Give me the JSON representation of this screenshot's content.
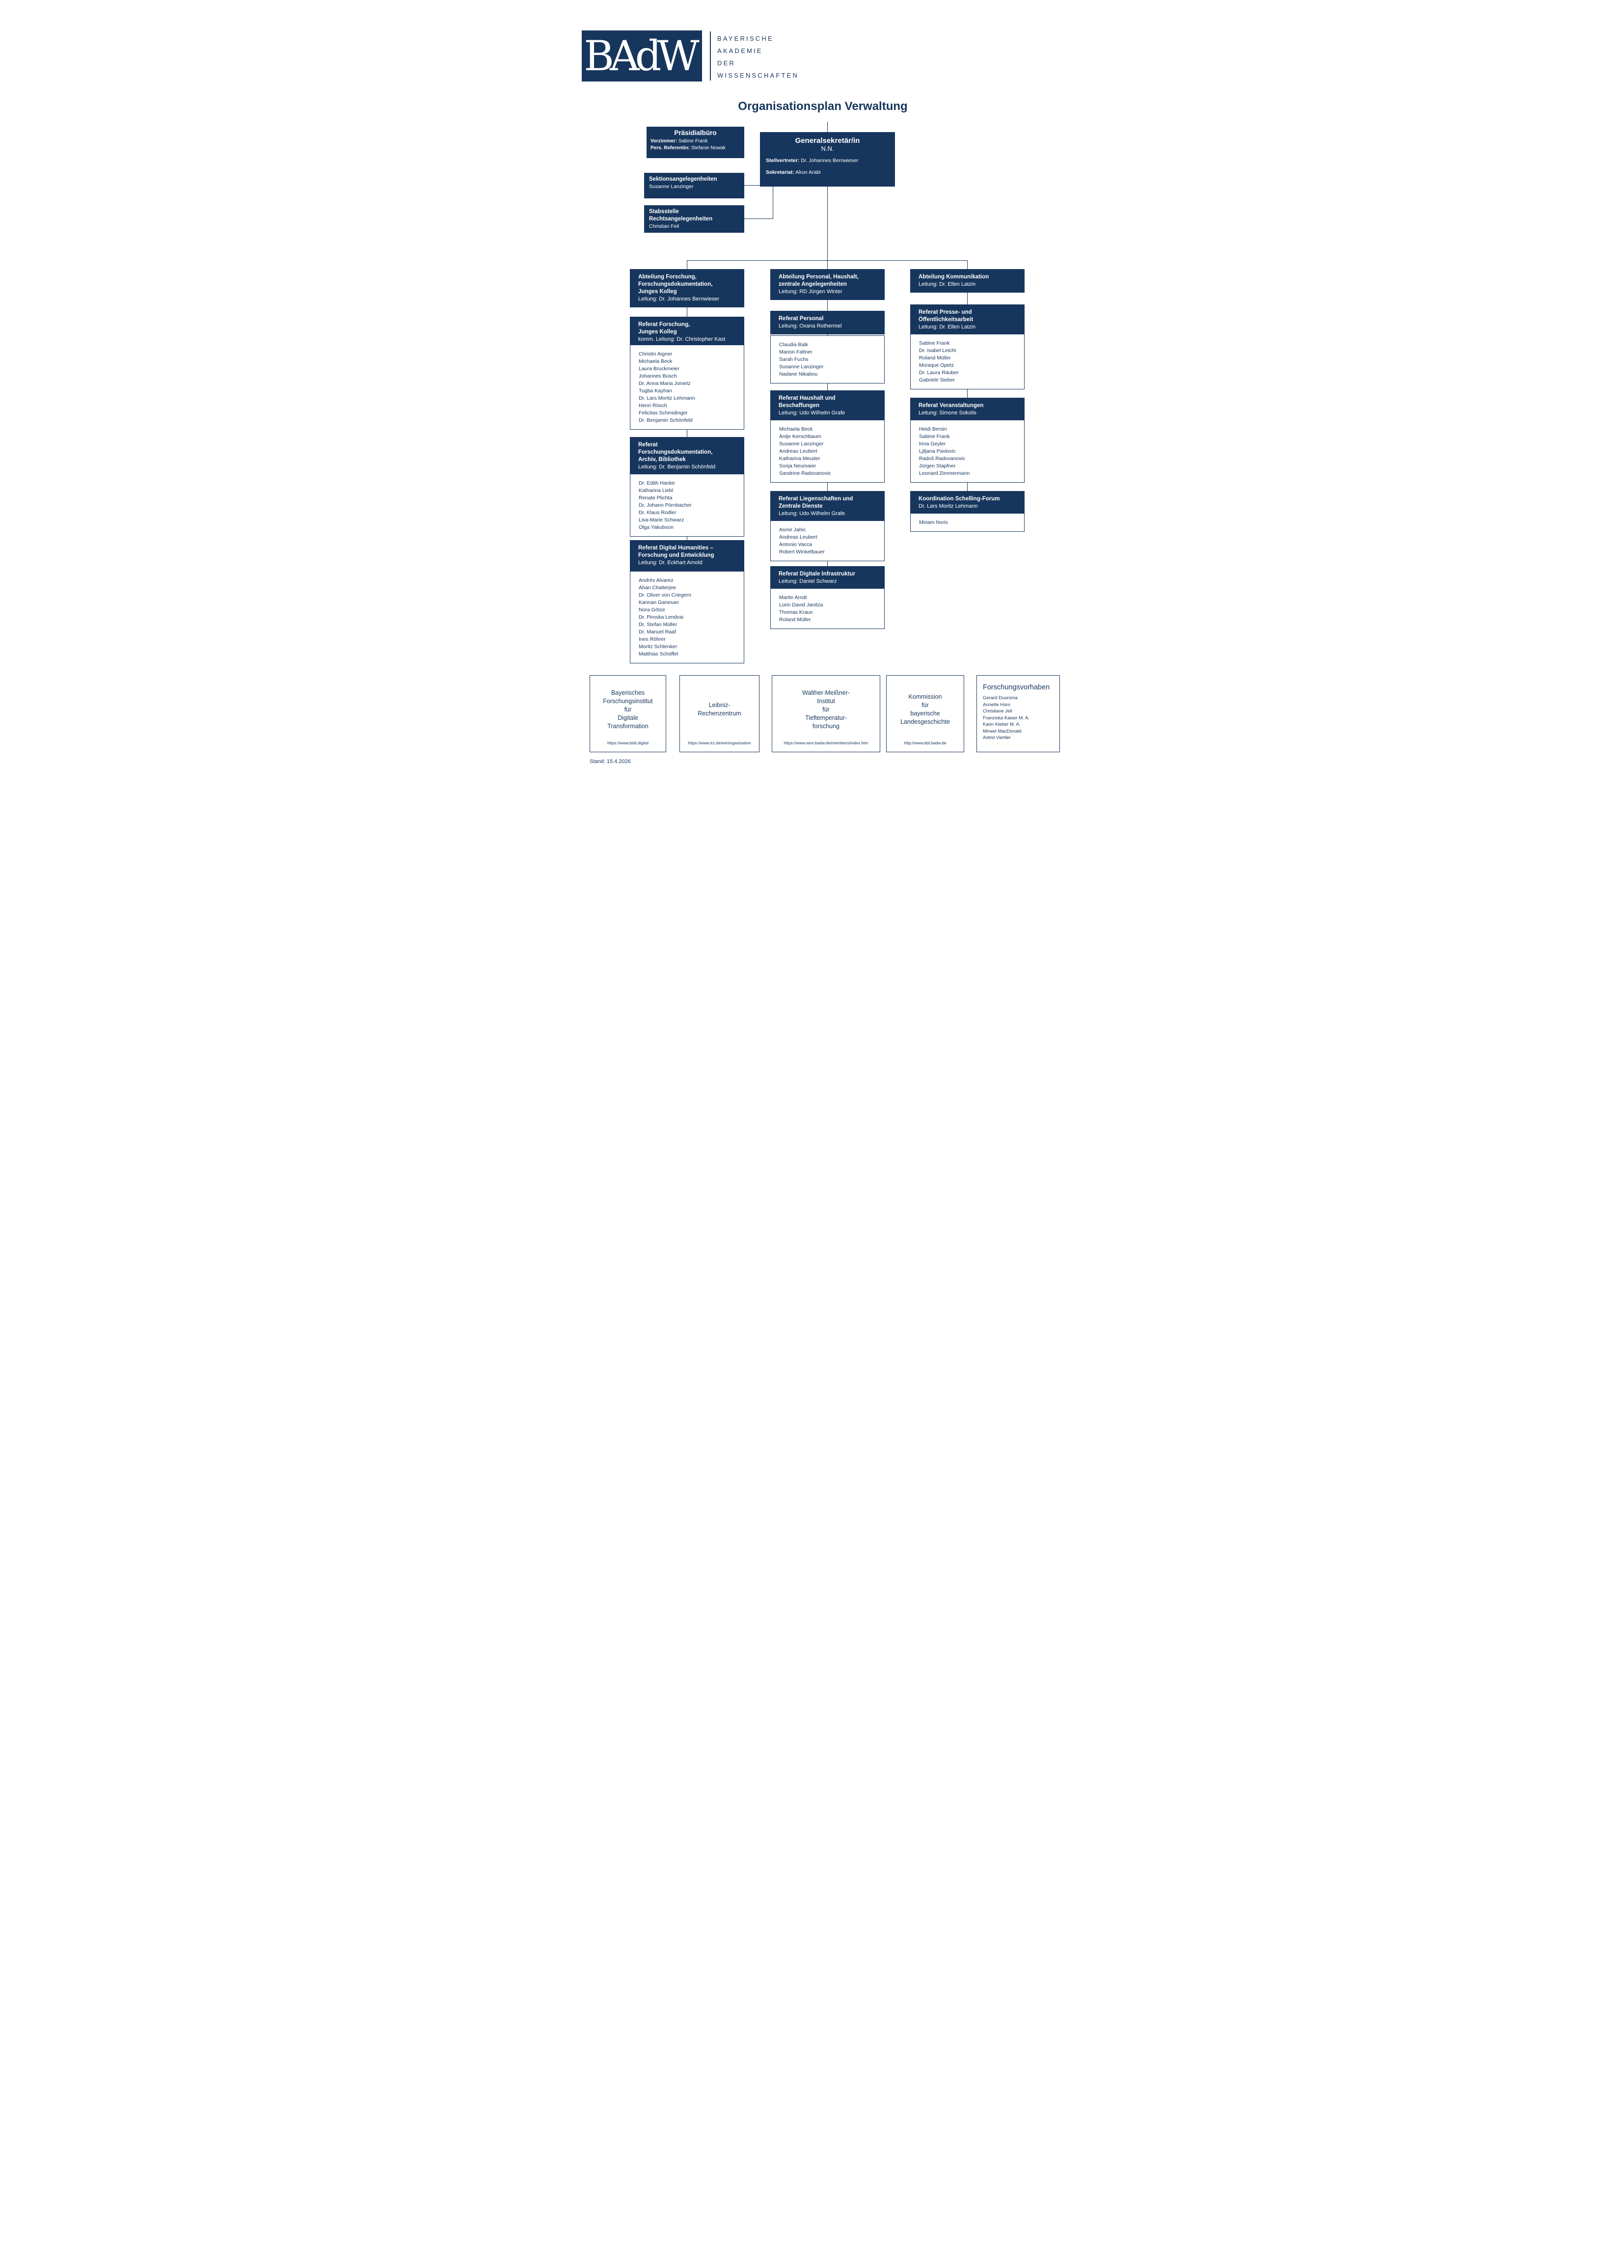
{
  "colors": {
    "navy": "#17365d",
    "background": "#ffffff",
    "box_text": "#ffffff"
  },
  "logo": {
    "acronym": "BAdW",
    "org_lines": [
      "BAYERISCHE",
      "AKADEMIE",
      "DER",
      "WISSENSCHAFTEN"
    ]
  },
  "title": "Organisationsplan Verwaltung",
  "top": {
    "praesidialbuero": {
      "title": "Präsidialbüro",
      "rows": [
        {
          "label": "Vorzimmer:",
          "value": "Sabine Frank"
        },
        {
          "label": "Pers. Referentin:",
          "value": "Stefanie Nowak"
        }
      ]
    },
    "generalsekretaer": {
      "title": "Generalsekretär/in",
      "subtitle": "N.N.",
      "rows": [
        {
          "label": "Stellvertreter:",
          "value": "Dr. Johannes Bernwieser"
        },
        {
          "label": "Sekretariat:",
          "value": "Alrun Arabi"
        }
      ]
    },
    "sektionsangelegenheiten": {
      "title_lines": [
        "Sektionsangelegenheiten"
      ],
      "person": "Susanne Lanzinger"
    },
    "stabsstelle": {
      "title_lines": [
        "Stabsstelle",
        "Rechtsangelegenheiten"
      ],
      "person": "Christian Feil"
    }
  },
  "columns": [
    {
      "header": {
        "title_lines": [
          "Abteilung Forschung,",
          "Forschungsdokumentation,",
          "Junges Kolleg"
        ],
        "leitung": "Leitung: Dr. Johannes Bernwieser"
      },
      "units": [
        {
          "title_lines": [
            "Referat Forschung,",
            "Junges Kolleg"
          ],
          "leitung": "komm. Leitung: Dr. Christopher Kast",
          "members": [
            "Christin Aigner",
            "Michaela Beck",
            "Laura Bruckmeier",
            "Johannes Busch",
            "Dr. Anna Maria Jonietz",
            "Tugba Kayhan",
            "Dr. Lars Moritz Lehmann",
            "Henri Rösch",
            "Felicitas Schmidinger",
            "Dr. Benjamin Schönfeld"
          ]
        },
        {
          "title_lines": [
            "Referat",
            "Forschungsdokumentation,",
            "Archiv, Bibliothek"
          ],
          "leitung": "Leitung: Dr. Benjamin Schönfeld",
          "members": [
            "Dr. Edith Hanke",
            "Katharina Liebl",
            "Renate Plichta",
            "Dr. Johann Pörnbacher",
            "Dr. Klaus Rodler",
            "Lisa-Marie Schwarz",
            "Olga Yakubson"
          ]
        },
        {
          "title_lines": [
            "Referat Digital Humanities –",
            "Forschung und Entwicklung"
          ],
          "leitung": "Leitung: Dr. Eckhart Arnold",
          "members": [
            "Andrés Alvarez",
            "Ahan Chatterjee",
            "Dr. Oliver von Criegern",
            "Kannan Ganesan",
            "Nora Götze",
            "Dr. Piroska Lendvai",
            "Dr. Stefan Müller",
            "Dr. Manuel Raaf",
            "Ines Röhrer",
            "Moritz Schlenker",
            "Matthias Schöffel"
          ]
        }
      ]
    },
    {
      "header": {
        "title_lines": [
          "Abteilung Personal, Haushalt,",
          "zentrale Angelegenheiten"
        ],
        "leitung": "Leitung: RD Jürgen Winter"
      },
      "units": [
        {
          "title_lines": [
            "Referat Personal"
          ],
          "leitung": "Leitung: Oxana Rothermel",
          "members": [
            "Claudia Balk",
            "Marion Faltner",
            "Sarah Fuchs",
            "Susanne Lanzinger",
            "Nadane Nikabou"
          ]
        },
        {
          "title_lines": [
            "Referat Haushalt und",
            "Beschaffungen"
          ],
          "leitung": "Leitung: Udo Wilhelm Grafe",
          "members": [
            "Michaela Beck",
            "Antje Kerschbaum",
            "Susanne Lanzinger",
            "Andreas Leubert",
            "Katharina Meuder",
            "Sonja Neumaier",
            "Sandrine Radovanovic"
          ]
        },
        {
          "title_lines": [
            "Referat Liegenschaften und",
            "Zentrale Dienste"
          ],
          "leitung": "Leitung: Udo Wilhelm Grafe",
          "members": [
            "Asmir Jahic",
            "Andreas Leubert",
            "Antonio Vacca",
            "Robert Winkelbauer"
          ]
        },
        {
          "title_lines": [
            "Referat Digitale Infrastruktur"
          ],
          "leitung": "Leitung: Daniel Schwarz",
          "members": [
            "Martin Arndt",
            "Lorin David Janitza",
            "Thomas Kraus",
            "Roland Müller"
          ]
        }
      ]
    },
    {
      "header": {
        "title_lines": [
          "Abteilung Kommunikation"
        ],
        "leitung": "Leitung: Dr. Ellen Latzin"
      },
      "units": [
        {
          "title_lines": [
            "Referat Presse- und",
            "Öffentlichkeitsarbeit"
          ],
          "leitung": "Leitung: Dr. Ellen Latzin",
          "members": [
            "Sabine Frank",
            "Dr. Isabel Leicht",
            "Roland Müller",
            "Monique Opetz",
            "Dr. Laura Räuber",
            "Gabriele Sieber"
          ]
        },
        {
          "title_lines": [
            "Referat Veranstaltungen"
          ],
          "leitung": "Leitung: Simone Sokolis",
          "members": [
            "Heidi Bersin",
            "Sabine Frank",
            "Irina Geyler",
            "Ljiljana Pavlovic",
            "Radoš Radovanovic",
            "Jürgen Stapfner",
            "Leonard Zimmermann"
          ]
        },
        {
          "title_lines": [
            "Koordination Schelling-Forum"
          ],
          "leitung": "Dr. Lars Moritz Lehmann",
          "members": [
            "Miriam Noris"
          ]
        }
      ]
    }
  ],
  "bottom_row": [
    {
      "lines": [
        "Bayerisches",
        "Forschungsinstitut",
        "für",
        "Digitale",
        "Transformation"
      ],
      "url": "https://www.bidt.digital"
    },
    {
      "lines": [
        "Leibniz-",
        "Rechenzentrum"
      ],
      "url": "https://www.lrz.de/wir/organisation"
    },
    {
      "lines": [
        "Walther-Meißner-",
        "Institut",
        "für",
        "Tieftemperatur-",
        "forschung"
      ],
      "url": "https://www.wmi.badw.de/members/index.htm"
    },
    {
      "lines": [
        "Kommission",
        "für",
        "bayerische",
        "Landesgeschichte"
      ],
      "url": "http://www.kbl.badw.de"
    },
    {
      "heading": "Forschungsvorhaben",
      "members": [
        "Gerard Duursma",
        "Annette Horn",
        "Christiane Jell",
        "Franziska Kaiser M. A.",
        "Karin Kleber M. A.",
        "Mirwet MacDonald",
        "Astrid Viertler"
      ]
    }
  ],
  "stand": "Stand: 15.4.2026"
}
